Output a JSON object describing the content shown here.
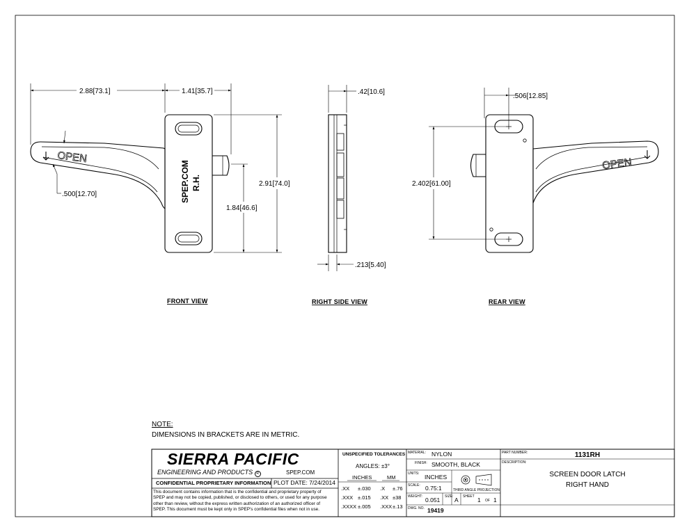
{
  "dimensions": {
    "front_width_left": "2.88",
    "front_width_left_mm": "73.1",
    "front_width_right": "1.41",
    "front_width_right_mm": "35.7",
    "front_height": "2.91",
    "front_height_mm": "74.0",
    "front_mid": "1.84",
    "front_mid_mm": "46.6",
    "handle_width": ".500",
    "handle_width_mm": "12.70",
    "side_top": ".42",
    "side_top_mm": "10.6",
    "side_bottom": ".213",
    "side_bottom_mm": "5.40",
    "rear_top": ".506",
    "rear_top_mm": "12.85",
    "rear_height": "2.402",
    "rear_height_mm": "61.00"
  },
  "engraving": {
    "handle": "OPEN",
    "plate_line1": "SPEP.COM",
    "plate_line2": "R.H."
  },
  "views": {
    "front": "FRONT VIEW",
    "side": "RIGHT SIDE VIEW",
    "rear": "REAR VIEW"
  },
  "note": {
    "heading": "NOTE:",
    "text": "DIMENSIONS IN BRACKETS ARE IN METRIC."
  },
  "title_block": {
    "company": "SIERRA PACIFIC",
    "company_sub": "ENGINEERING AND PRODUCTS",
    "registered": "R",
    "website": "SPEP.COM",
    "confidential_label": "CONFIDENTIAL PROPRIETARY INFORMATION",
    "plot_date_label": "PLOT DATE:",
    "plot_date": "7/24/2014",
    "confidential_text": [
      "This document contains information that is the confidential and proprietary property of",
      "SPEP and may not be copied, published, or disclosed to others, or used for any purpose",
      "other than review, without the express written authorization of an authorized officer of",
      "SPEP. This document must be kept only in SPEP's confidential files when not in use."
    ],
    "tolerances_heading": "UNSPECIFIED TOLERANCES",
    "angles": "ANGLES: ±3°",
    "inches_heading": "INCHES",
    "mm_heading": "MM",
    "tol_rows": [
      {
        "in": ".XX",
        "in_tol": "±.030",
        "mm": ".X",
        "mm_tol": "±.76"
      },
      {
        "in": ".XXX",
        "in_tol": "±.015",
        "mm": ".XX",
        "mm_tol": "±38"
      },
      {
        "in": ".XXXX",
        "in_tol": "±.005",
        "mm": ".XXX",
        "mm_tol": "±.13"
      }
    ],
    "material_label": "MATERIAL:",
    "material": "NYLON",
    "finish_label": "FINISH:",
    "finish": "SMOOTH, BLACK",
    "units_label": "UNITS:",
    "units": "INCHES",
    "scale_label": "SCALE:",
    "scale": "0.75:1",
    "projection": "THIRD ANGLE PROJECTION",
    "weight_label": "WEIGHT:",
    "weight": "0.051",
    "size_label": "SIZE:",
    "size": "A",
    "sheet_label": "SHEET",
    "sheet_num": "1",
    "of_label": "OF",
    "sheet_total": "1",
    "dwg_label": "DWG. NO.",
    "dwg": "19419",
    "part_number_label": "PART NUMBER:",
    "part_number": "1131RH",
    "description_label": "DESCRIPTION:",
    "description_line1": "SCREEN DOOR LATCH",
    "description_line2": "RIGHT HAND"
  }
}
